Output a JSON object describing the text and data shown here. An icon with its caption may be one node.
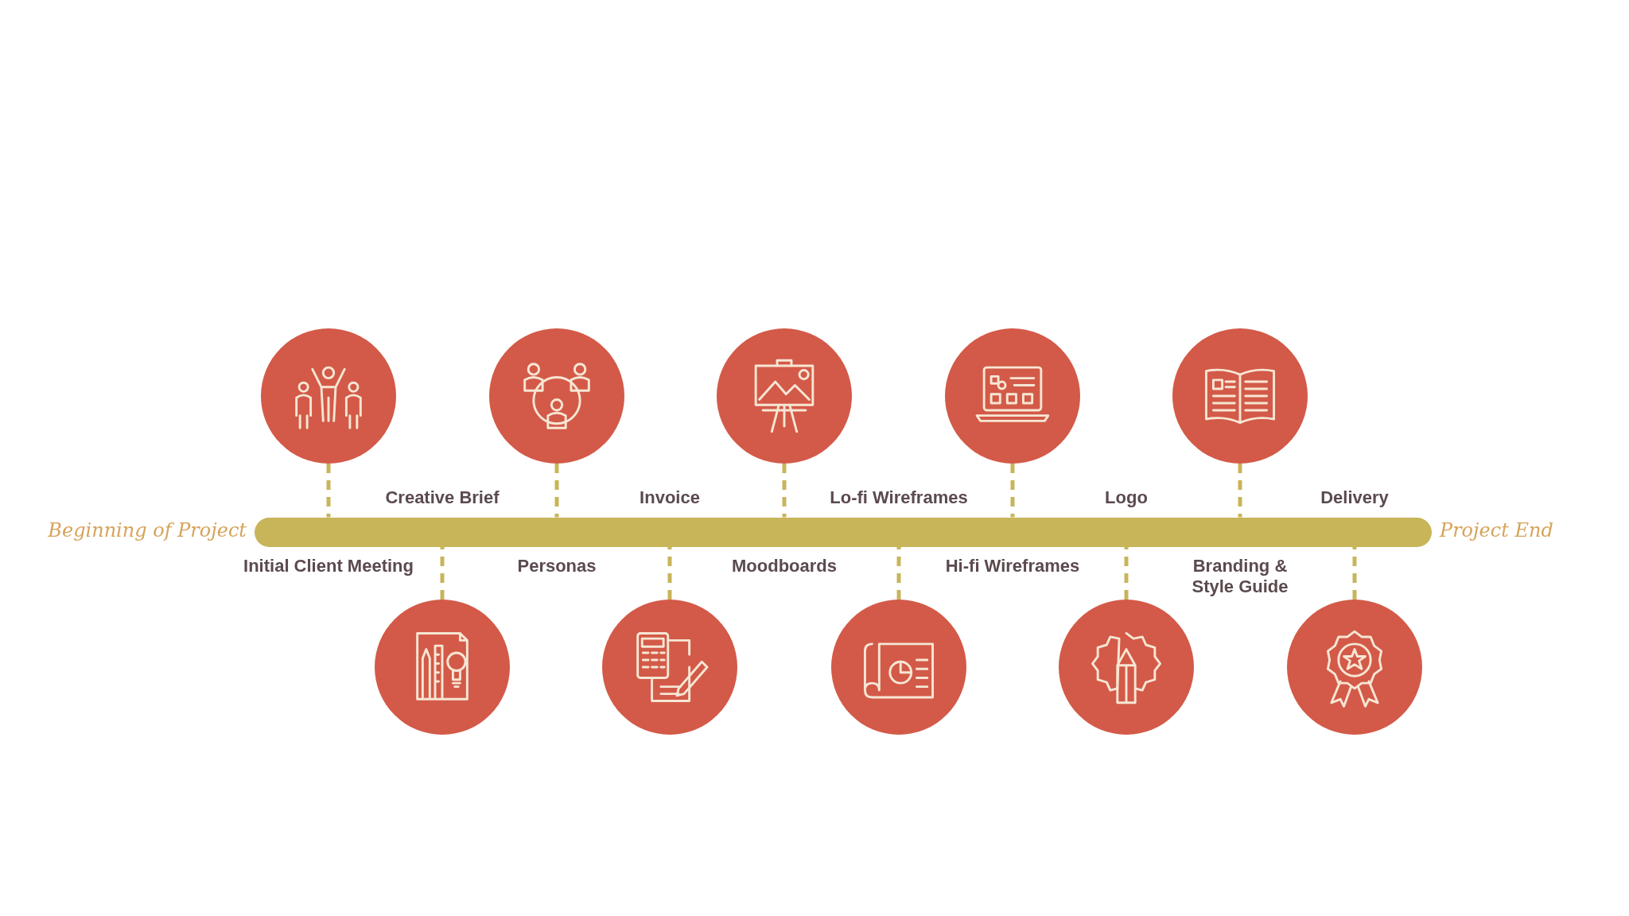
{
  "diagram": {
    "nodes": [
      {
        "text": [],
        "shape": "bar",
        "beside": [
          "Beginning of Project",
          "Project End"
        ]
      },
      {
        "text": [],
        "shape": "circle"
      },
      {
        "text": [],
        "shape": "circle"
      },
      {
        "text": [],
        "shape": "circle"
      },
      {
        "text": [],
        "shape": "circle"
      },
      {
        "text": [],
        "shape": "circle"
      },
      {
        "text": [],
        "shape": "circle"
      },
      {
        "text": [],
        "shape": "circle"
      },
      {
        "text": [],
        "shape": "circle"
      },
      {
        "text": [],
        "shape": "circle"
      },
      {
        "text": [],
        "shape": "circle"
      }
    ],
    "edges": [
      {
        "from": 1,
        "to": 0,
        "arrow": "none",
        "style": "dashed"
      },
      {
        "from": 2,
        "to": 0,
        "arrow": "none",
        "style": "dashed"
      },
      {
        "from": 3,
        "to": 0,
        "arrow": "none",
        "style": "dashed"
      },
      {
        "from": 4,
        "to": 0,
        "arrow": "none",
        "style": "dashed"
      },
      {
        "from": 5,
        "to": 0,
        "arrow": "none",
        "style": "dashed"
      },
      {
        "from": 6,
        "to": 0,
        "arrow": "none",
        "style": "dashed"
      },
      {
        "from": 7,
        "to": 0,
        "arrow": "none",
        "style": "dashed"
      },
      {
        "from": 8,
        "to": 0,
        "arrow": "none",
        "style": "dashed"
      },
      {
        "from": 9,
        "to": 0,
        "arrow": "none",
        "style": "dashed"
      },
      {
        "from": 10,
        "to": 0,
        "arrow": "none",
        "style": "dashed"
      }
    ],
    "labels": [
      "Creative Brief",
      "Invoice",
      "Lo-fi Wireframes",
      "Logo",
      "Delivery",
      "Initial Client Meeting",
      "Personas",
      "Moodboards",
      "Hi-fi Wireframes",
      "Branding & Style Guide"
    ]
  }
}
